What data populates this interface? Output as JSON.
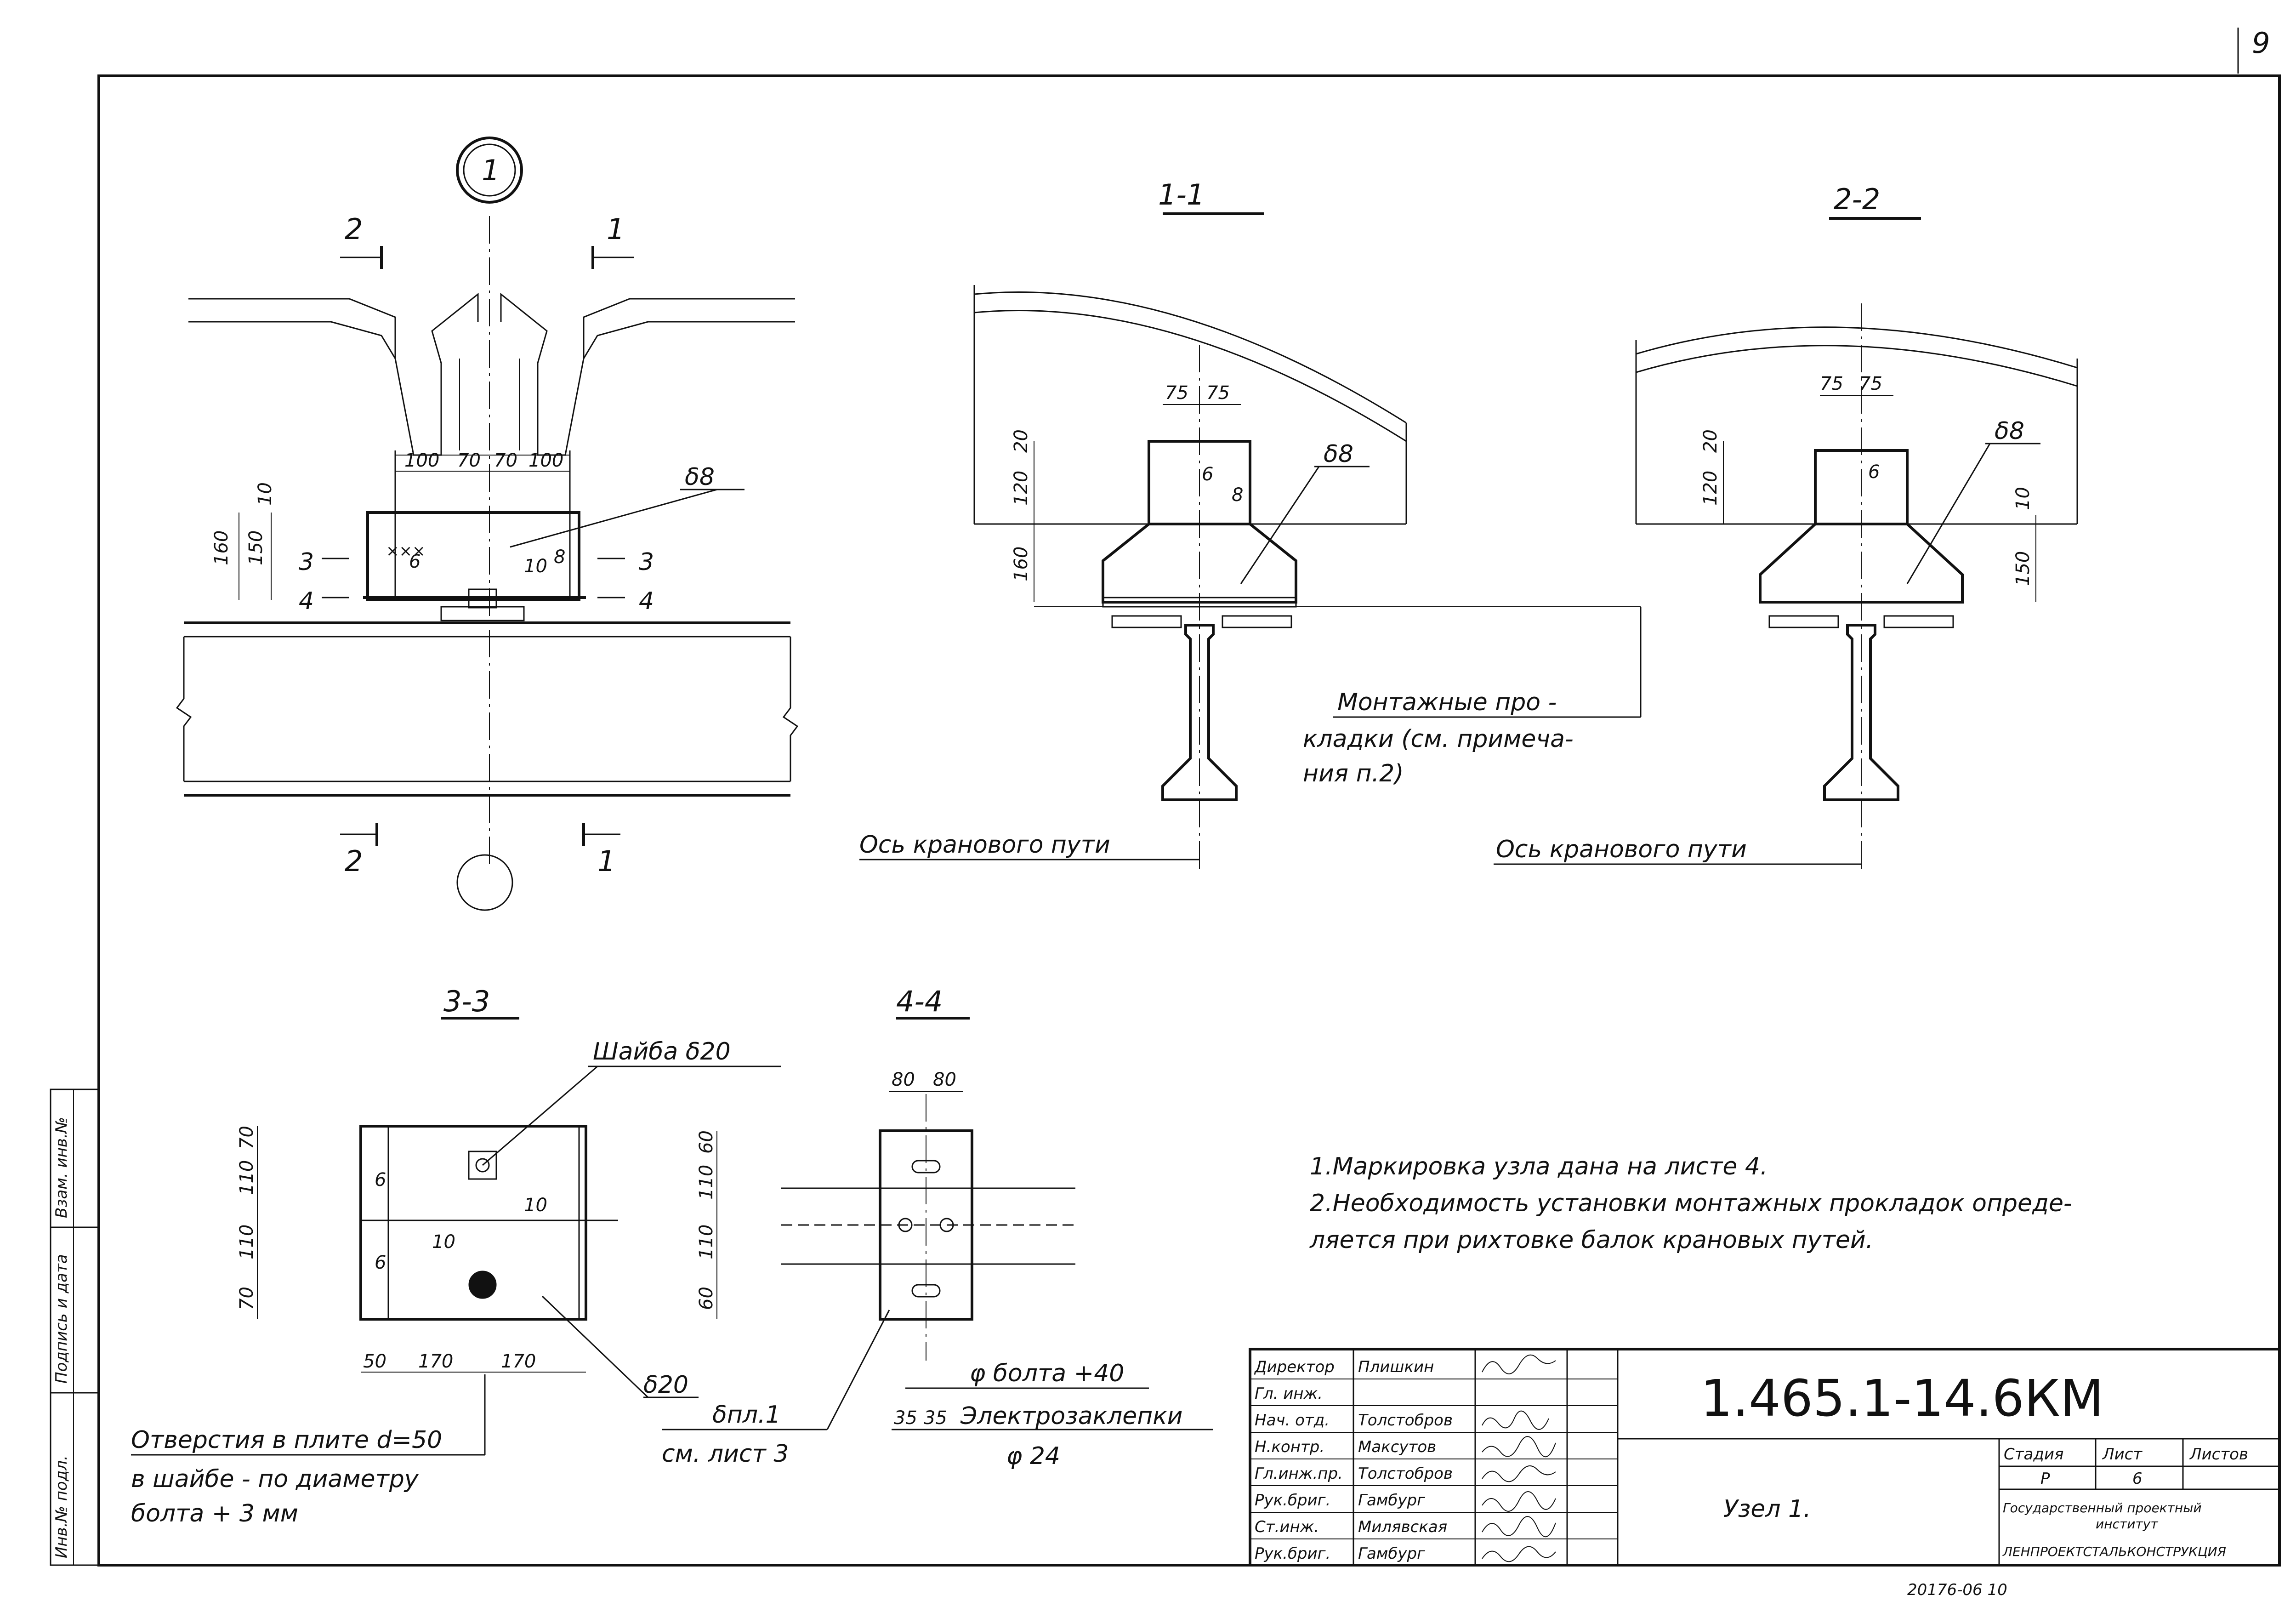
{
  "sheet": {
    "page_number": "9",
    "node_marker": "1",
    "archive_number": "20176-06   10"
  },
  "sections": {
    "s11": "1-1",
    "s22": "2-2",
    "s33": "3-3",
    "s44": "4-4",
    "cut1": "1",
    "cut2": "2",
    "cut3": "3",
    "cut4": "4"
  },
  "main_view": {
    "dims_top": [
      "100",
      "70",
      "70",
      "100"
    ],
    "dims_left": [
      "160",
      "150",
      "10"
    ],
    "plate_label": "δ8",
    "weld_6": "6",
    "weld_10": "10",
    "weld_8": "8"
  },
  "section_1_1": {
    "dims_top": [
      "75",
      "75"
    ],
    "dims_left": [
      "20",
      "120",
      "160"
    ],
    "plate_label": "δ8",
    "weld_6": "6",
    "weld_8": "8"
  },
  "section_2_2": {
    "dims_top": [
      "75",
      "75"
    ],
    "dims_left": [
      "20",
      "120"
    ],
    "dims_right": [
      "10",
      "150"
    ],
    "plate_label": "δ8",
    "weld_6": "6"
  },
  "callouts": {
    "shims_line1": "Монтажные про -",
    "shims_line2": "кладки (см. примеча-",
    "shims_line3": "ния п.2)",
    "axis_label": "Ось кранового пути"
  },
  "section_3_3": {
    "washer_label": "Шайба δ20",
    "dims_left": [
      "70",
      "110",
      "110",
      "70"
    ],
    "dims_bottom": [
      "50",
      "170",
      "170"
    ],
    "plate_label": "δ20",
    "weld_6": "6",
    "weld_10": "10",
    "hole_note_line1": "Отверстия в плите d=50",
    "hole_note_line2": "в шайбе - по диаметру",
    "hole_note_line3": "болта + 3 мм"
  },
  "section_4_4": {
    "dims_top": [
      "80",
      "80"
    ],
    "dims_left": [
      "60",
      "110",
      "110",
      "60"
    ],
    "dims_bottom": [
      "35",
      "35"
    ],
    "bolt_note": "φ болта +40",
    "rivets_note": "Электрозаклепки",
    "rivets_dia": "φ 24",
    "plate_ref_line1": "δпл.1",
    "plate_ref_line2": "см. лист 3"
  },
  "notes": {
    "note1": "1.Маркировка узла дана на листе 4.",
    "note2_line1": "2.Необходимость установки монтажных прокладок опреде-",
    "note2_line2": "ляется при рихтовке балок крановых путей."
  },
  "title_block": {
    "side_stamp": [
      "Инв.№ подл.",
      "Подпись и дата",
      "Взам. инв.№"
    ],
    "roles": [
      {
        "role": "Директор",
        "name": "Плишкин"
      },
      {
        "role": "Гл. инж.",
        "name": ""
      },
      {
        "role": "Нач. отд.",
        "name": "Толстобров"
      },
      {
        "role": "Н.контр.",
        "name": "Максутов"
      },
      {
        "role": "Гл.инж.пр.",
        "name": "Толстобров"
      },
      {
        "role": "Рук.бриг.",
        "name": "Гамбург"
      },
      {
        "role": "Ст.инж.",
        "name": "Милявская"
      },
      {
        "role": "Рук.бриг.",
        "name": "Гамбург"
      }
    ],
    "document_code": "1.465.1-14.6КМ",
    "drawing_title": "Узел 1.",
    "stage_header": "Стадия",
    "sheet_header": "Лист",
    "sheets_header": "Листов",
    "stage": "Р",
    "sheet": "6",
    "sheets": "",
    "organization_line1": "Государственный проектный",
    "organization_line2": "институт",
    "organization_line3": "ЛЕНПРОЕКТСТАЛЬКОНСТРУКЦИЯ"
  }
}
